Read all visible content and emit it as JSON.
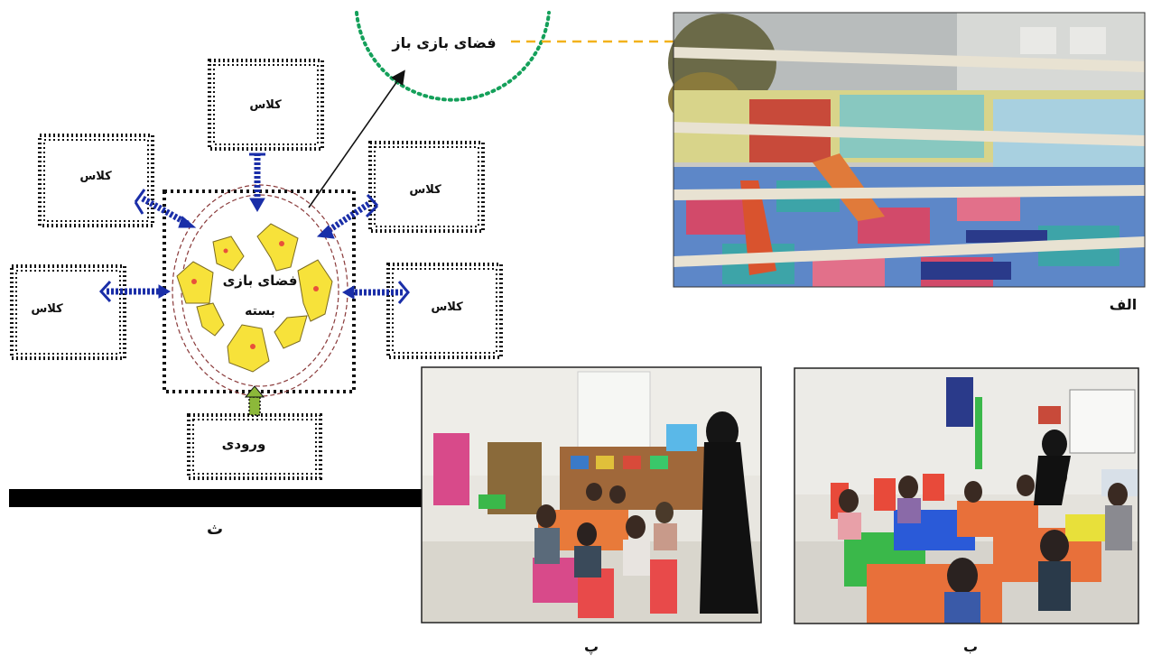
{
  "diagram": {
    "open_play_label": "فضای بازی باز",
    "closed_play_label_line1": "فضای بازی",
    "closed_play_label_line2": "بسته",
    "classroom_label": "کلاس",
    "entrance_label": "ورودی",
    "caption": "ث"
  },
  "photos": {
    "alef_caption": "الف",
    "b_caption": "ب",
    "p_caption": "پ"
  },
  "colors": {
    "open_circle": "#14a05a",
    "flow_arrow": "#1a2ea8",
    "leader_arrow": "#f2b21c",
    "yellow_arrow": "#f7e23a",
    "entrance_arrow": "#8cb83a",
    "ring": "#8a3a3a"
  }
}
